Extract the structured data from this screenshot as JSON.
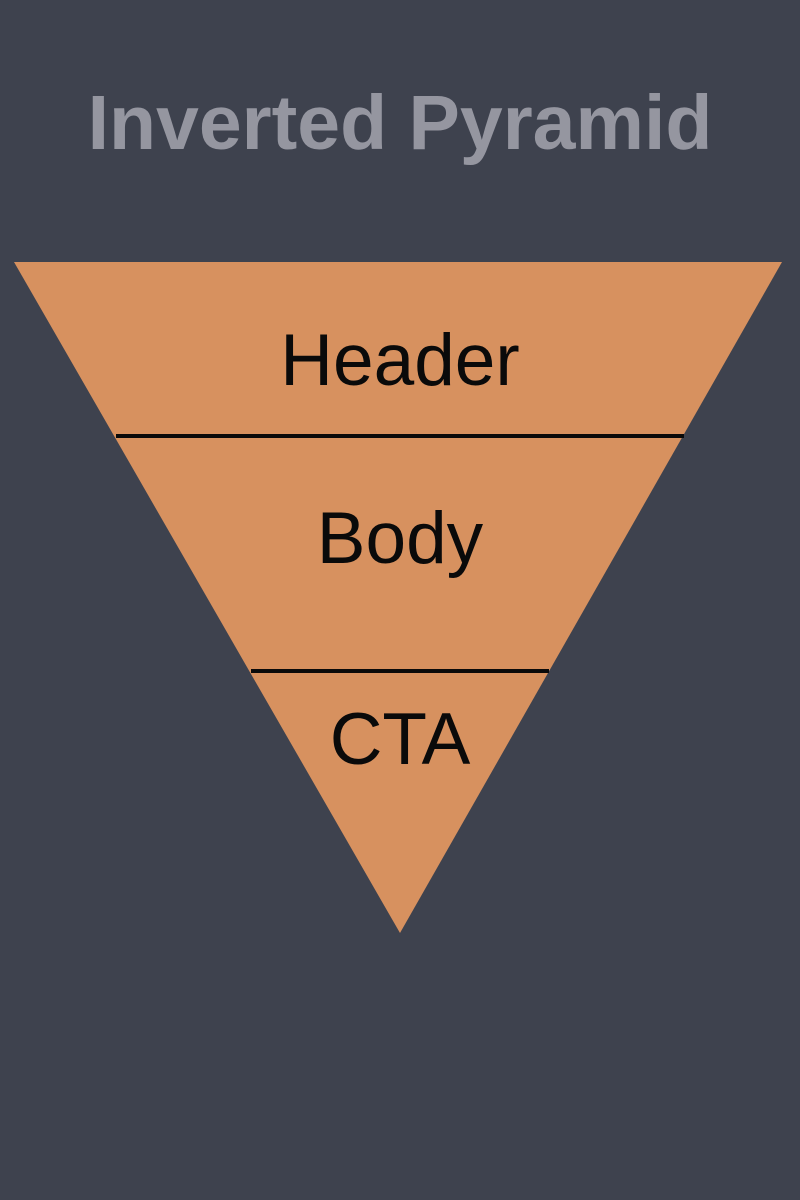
{
  "title": "Inverted Pyramid",
  "pyramid": {
    "type": "inverted-funnel",
    "sections": [
      {
        "label": "Header"
      },
      {
        "label": "Body"
      },
      {
        "label": "CTA"
      }
    ]
  },
  "colors": {
    "background": "#3e424e",
    "pyramid_fill": "#d7915f",
    "title_text": "#9596a0",
    "section_text": "#0a0a0a",
    "divider": "#0a0a0a"
  }
}
